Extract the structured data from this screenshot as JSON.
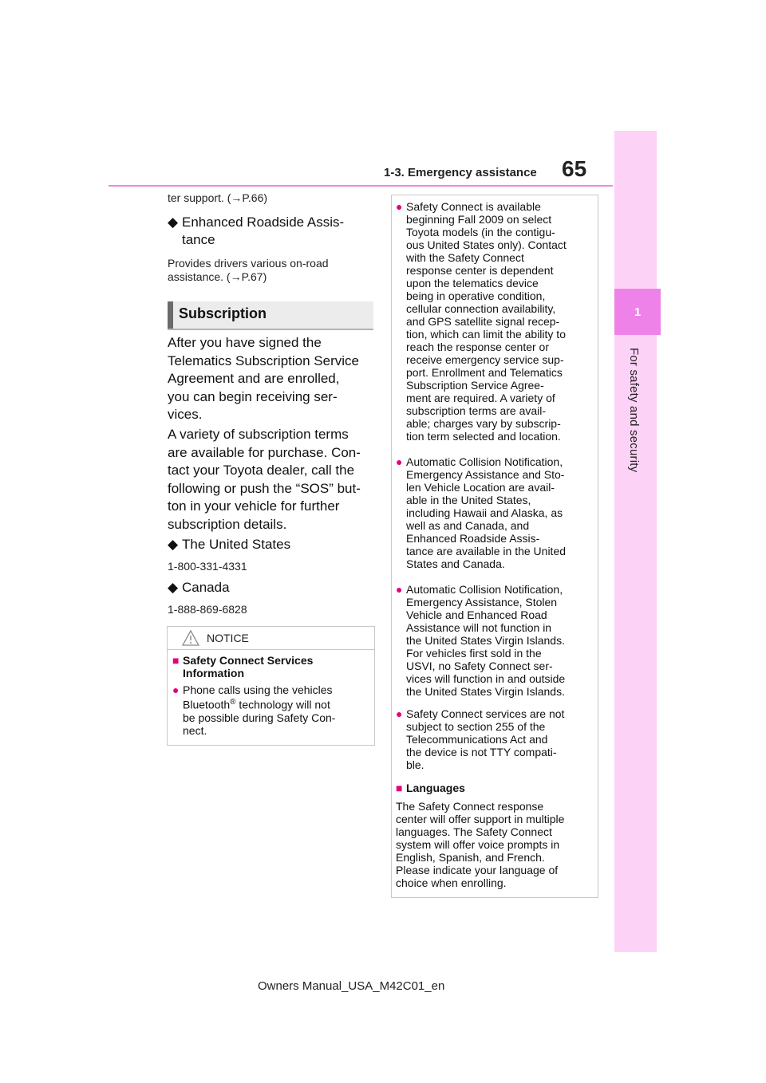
{
  "header": {
    "section": "1-3. Emergency assistance",
    "page_number": "65"
  },
  "side_tab": {
    "chapter_number": "1",
    "chapter_title": "For safety and security"
  },
  "left": {
    "continuation": "ter support. (",
    "continuation_ref": "→P.66",
    "continuation_end": ")",
    "roadside_head_1": "Enhanced Roadside Assis-",
    "roadside_head_2": "tance",
    "roadside_desc_1": "Provides drivers various on-road",
    "roadside_desc_2": "assistance. (",
    "roadside_ref": "→P.67",
    "roadside_end": ")",
    "subscription_heading": "Subscription",
    "para1_lines": [
      "After you have signed the",
      "Telematics Subscription Service",
      "Agreement and are enrolled,",
      "you can begin receiving ser-",
      "vices."
    ],
    "para2_lines": [
      "A variety of subscription terms",
      "are available for purchase. Con-",
      "tact your Toyota dealer, call the",
      "following or push the “SOS” but-",
      "ton in your vehicle for further",
      "subscription details."
    ],
    "us_label": "The United States",
    "us_phone": "1-800-331-4331",
    "canada_label": "Canada",
    "canada_phone": "1-888-869-6828"
  },
  "notice": {
    "label": "NOTICE",
    "heading_1": "Safety Connect Services",
    "heading_2": "Information",
    "text_1": "Phone calls using the vehicles",
    "text_2a": "Bluetooth",
    "text_2_reg": "®",
    "text_2b": " technology will not",
    "text_3": "be possible during Safety Con-",
    "text_4": "nect."
  },
  "right": {
    "item1": [
      "Safety Connect is available",
      "beginning Fall 2009 on select",
      "Toyota models (in the contigu-",
      "ous United States only). Contact",
      "with the Safety Connect",
      "response center is dependent",
      "upon the telematics device",
      "being in operative condition,",
      "cellular connection availability,",
      "and GPS satellite signal recep-",
      "tion, which can limit the ability to",
      "reach the response center or",
      "receive emergency service sup-",
      "port. Enrollment and Telematics",
      "Subscription Service Agree-",
      "ment are required. A variety of",
      "subscription terms are avail-",
      "able; charges vary by subscrip-",
      "tion term selected and location."
    ],
    "item2": [
      "Automatic Collision Notification,",
      "Emergency Assistance and Sto-",
      "len Vehicle Location are avail-",
      "able in the United States,",
      "including Hawaii and Alaska, as",
      "well as and Canada, and",
      "Enhanced Roadside Assis-",
      "tance are available in the United",
      "States and Canada."
    ],
    "item3": [
      "Automatic Collision Notification,",
      "Emergency Assistance, Stolen",
      "Vehicle and Enhanced Road",
      "Assistance will not function in",
      "the United States Virgin Islands.",
      "For vehicles first sold in the",
      "USVI, no Safety Connect ser-",
      "vices will function in and outside",
      "the United States Virgin Islands."
    ],
    "item4": [
      "Safety Connect services are not",
      "subject to section 255 of the",
      "Telecommunications Act and",
      "the device is not TTY compati-",
      "ble."
    ],
    "languages_heading": "Languages",
    "languages_text": [
      "The Safety Connect response",
      "center will offer support in multiple",
      "languages. The Safety Connect",
      "system will offer voice prompts in",
      "English, Spanish, and French.",
      "Please indicate your language of",
      "choice when enrolling."
    ]
  },
  "footer": {
    "manual_id": "Owners Manual_USA_M42C01_en"
  }
}
